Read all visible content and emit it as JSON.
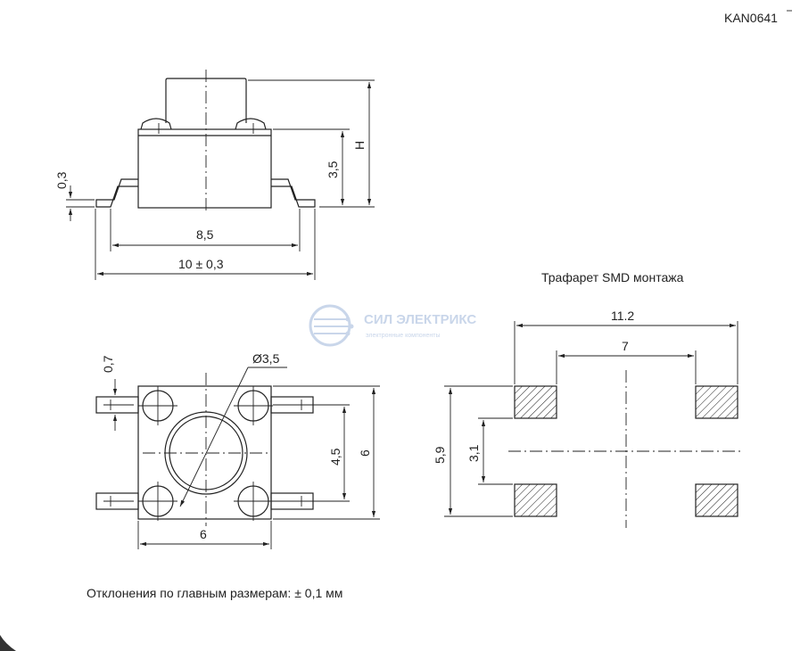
{
  "doc_code": "KAN0641",
  "side_view": {
    "dim_03": "0,3",
    "dim_35": "3,5",
    "dim_H": "H",
    "dim_85": "8,5",
    "dim_10": "10 ± 0,3"
  },
  "top_view": {
    "dim_07": "0,7",
    "dim_d35": "Ø3,5",
    "dim_45": "4,5",
    "dim_6v": "6",
    "dim_6h": "6"
  },
  "stencil": {
    "title": "Трафарет SMD монтажа",
    "dim_112": "11.2",
    "dim_7": "7",
    "dim_59": "5,9",
    "dim_31": "3,1"
  },
  "watermark": {
    "name": "СИЛ ЭЛЕКТРИКС",
    "tagline": "электронные компоненты"
  },
  "footer": {
    "tolerance": "Отклонения по главным размерам:  ± 0,1 мм"
  }
}
